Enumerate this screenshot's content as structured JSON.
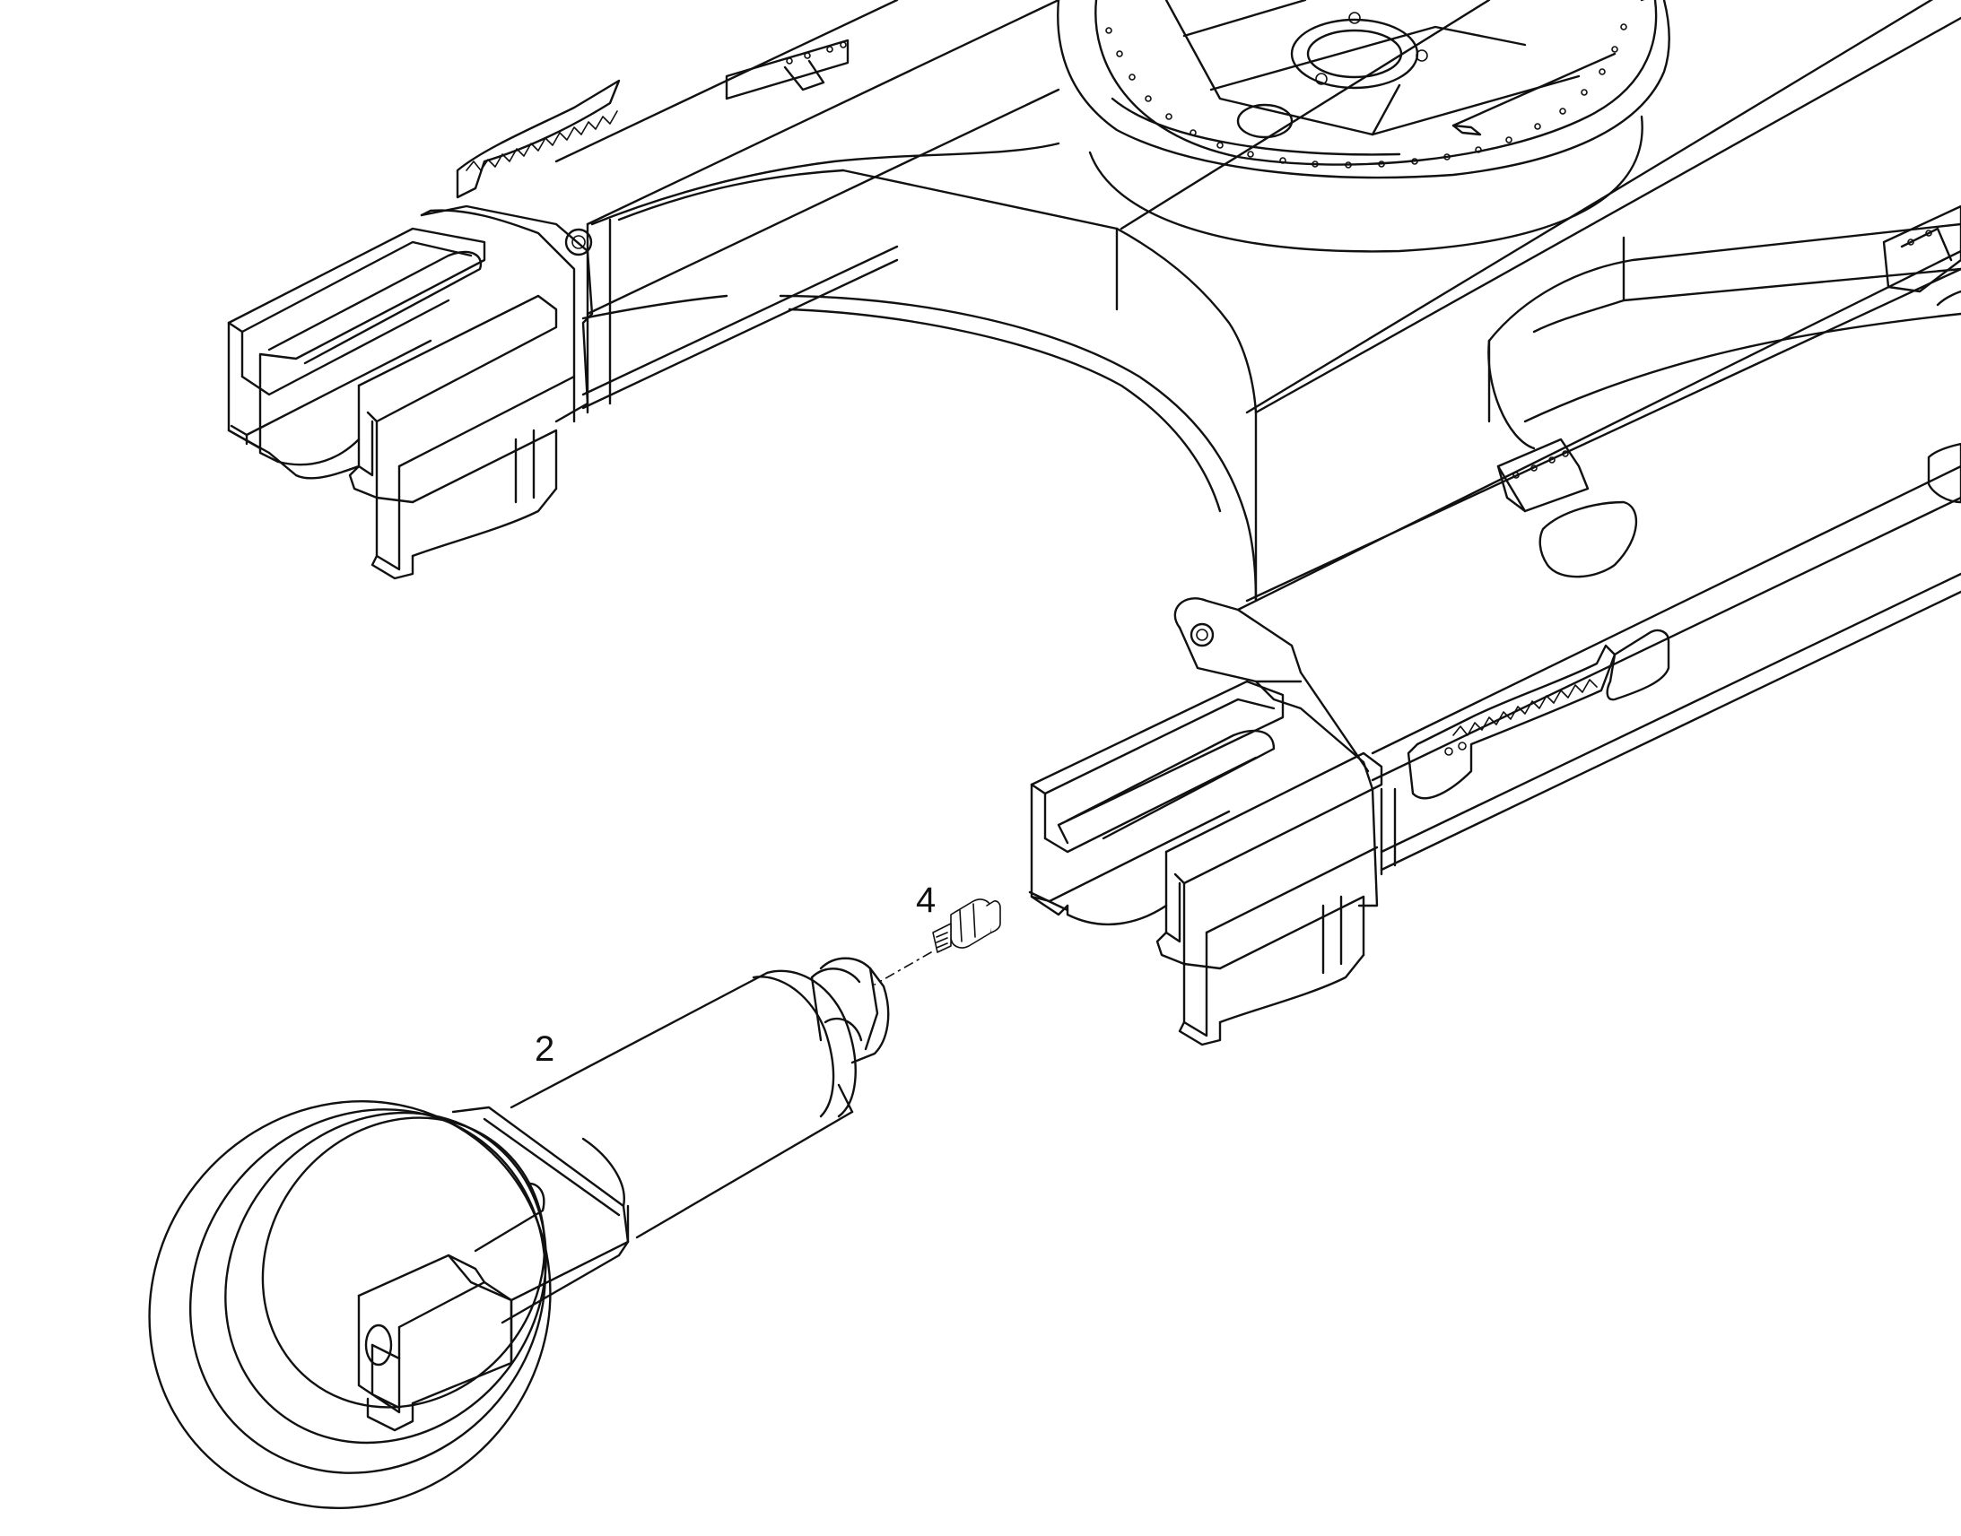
{
  "diagram": {
    "callouts": [
      {
        "id": "2",
        "label": "2",
        "part": "idler-assembly"
      },
      {
        "id": "4",
        "label": "4",
        "part": "grease-fitting"
      }
    ],
    "line_color": "#111111",
    "background": "#ffffff"
  }
}
